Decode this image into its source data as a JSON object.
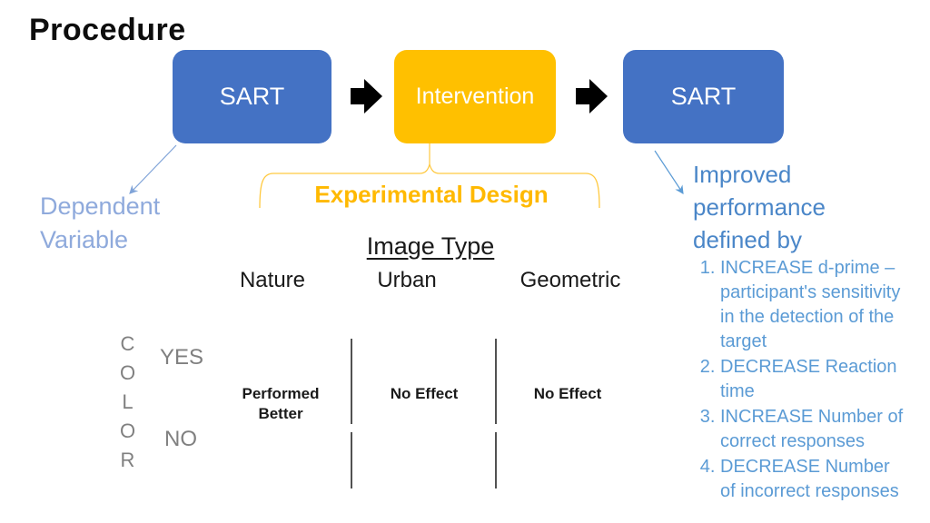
{
  "title": "Procedure",
  "flow": {
    "steps": [
      {
        "label": "SART",
        "color": "#4472C4"
      },
      {
        "label": "Intervention",
        "color": "#FFC000"
      },
      {
        "label": "SART",
        "color": "#4472C4"
      }
    ]
  },
  "annotations": {
    "dependent_variable": "Dependent Variable",
    "experimental_design": "Experimental Design"
  },
  "results_table": {
    "header": "Image Type",
    "columns": [
      "Nature",
      "Urban",
      "Geometric"
    ],
    "row_group_label": "COLOR",
    "row_labels": [
      "YES",
      "NO"
    ],
    "cells": [
      "Performed Better",
      "No Effect",
      "No Effect"
    ]
  },
  "improved_performance": {
    "heading": "Improved performance defined by",
    "items": [
      "INCREASE d-prime – participant's sensitivity in the detection of the target",
      "DECREASE Reaction time",
      "INCREASE Number of correct responses",
      "DECREASE Number of incorrect responses"
    ]
  },
  "colors": {
    "box_blue": "#4472C4",
    "box_gold": "#FFC000",
    "brace_gold": "#FFC940",
    "experimental_design_text": "#FFB900",
    "dependent_variable_text": "#8FAADC",
    "results_heading_text": "#4A86C8",
    "results_list_text": "#5B9BD5",
    "muted_gray": "#808080",
    "arrow_black": "#000000"
  }
}
